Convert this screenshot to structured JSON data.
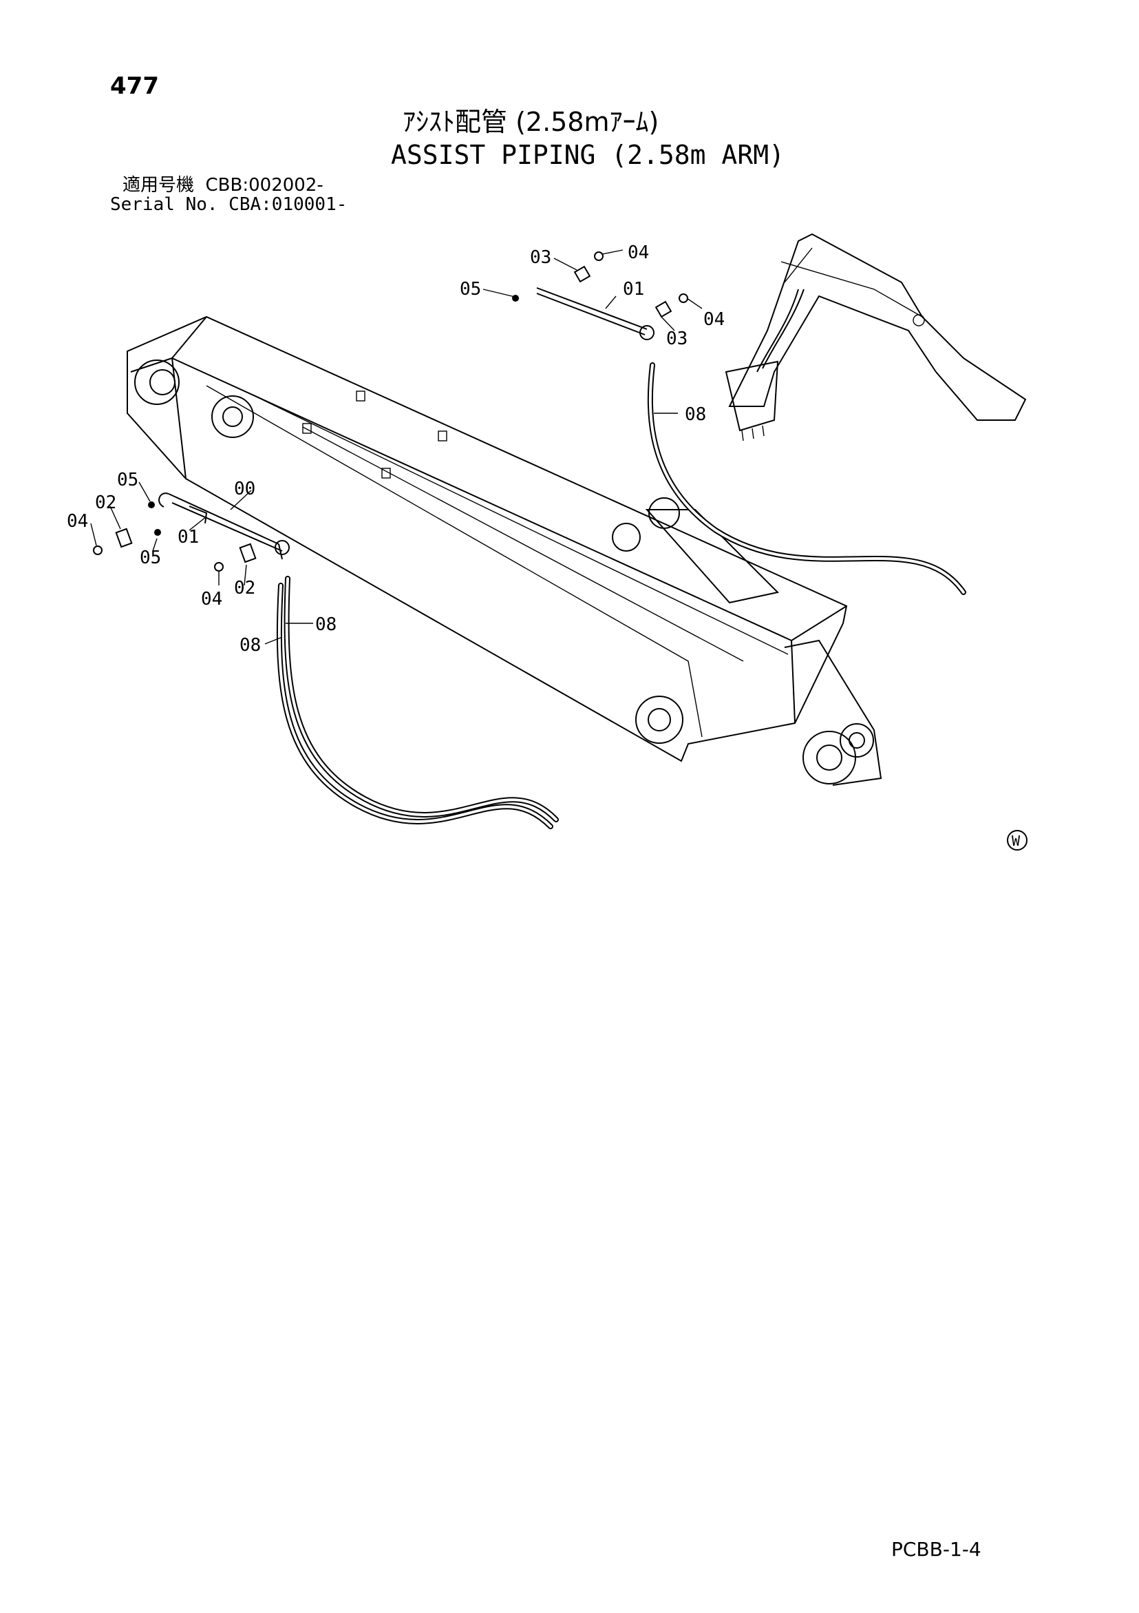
{
  "page": {
    "number": "477",
    "title_jp": "ｱｼｽﾄ配管 (2.58mｱｰﾑ)",
    "title_en": "ASSIST PIPING (2.58m ARM)",
    "serial_jp": "適用号機  CBB:002002-",
    "serial_en": "Serial No. CBA:010001-",
    "code": "PCBB-1-4",
    "mark": "W"
  },
  "callouts": {
    "c03_top": "03",
    "c04_top": "04",
    "c05_top": "05",
    "c01_top": "01",
    "c04_right": "04",
    "c03_right": "03",
    "c08_right": "08",
    "c05_left": "05",
    "c02_left": "02",
    "c04_left": "04",
    "c00": "00",
    "c01_left": "01",
    "c05_left_low": "05",
    "c04_low": "04",
    "c02_low": "02",
    "c08_low_a": "08",
    "c08_low_b": "08"
  }
}
